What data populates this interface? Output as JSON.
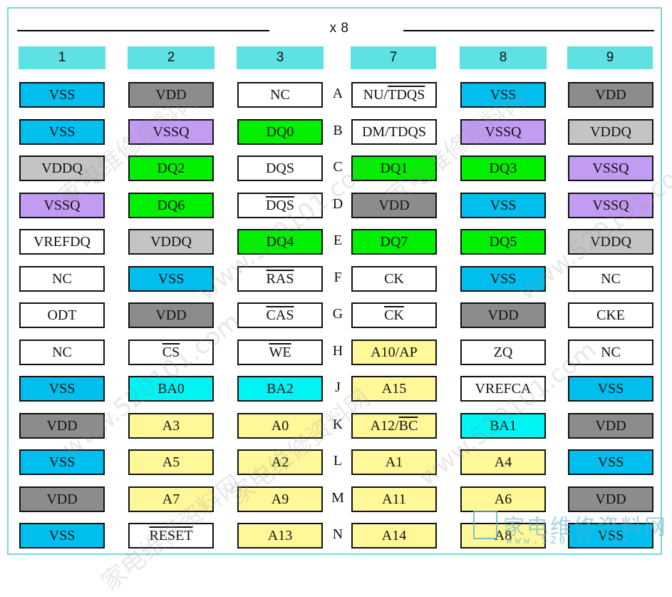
{
  "title": "x 8",
  "columns": [
    "1",
    "2",
    "3",
    "7",
    "8",
    "9"
  ],
  "row_labels": [
    "A",
    "B",
    "C",
    "D",
    "E",
    "F",
    "G",
    "H",
    "J",
    "K",
    "L",
    "M",
    "N"
  ],
  "colors": {
    "vss": "#00bfef",
    "vdd": "#8c8c8c",
    "vddq": "#c4c4c4",
    "vssq": "#c29bf2",
    "dq": "#00f000",
    "addr": "#fff899",
    "ba": "#00f4f4",
    "other": "#ffffff"
  },
  "rows": [
    [
      {
        "t": "VSS",
        "c": "vss"
      },
      {
        "t": "VDD",
        "c": "vdd"
      },
      {
        "t": "NC",
        "c": "other"
      },
      {
        "t": "NU/",
        "o": "TDQS",
        "c": "other"
      },
      {
        "t": "VSS",
        "c": "vss"
      },
      {
        "t": "VDD",
        "c": "vdd"
      }
    ],
    [
      {
        "t": "VSS",
        "c": "vss"
      },
      {
        "t": "VSSQ",
        "c": "vssq"
      },
      {
        "t": "DQ0",
        "c": "dq"
      },
      {
        "t": "DM/TDQS",
        "c": "other"
      },
      {
        "t": "VSSQ",
        "c": "vssq"
      },
      {
        "t": "VDDQ",
        "c": "vddq"
      }
    ],
    [
      {
        "t": "VDDQ",
        "c": "vddq"
      },
      {
        "t": "DQ2",
        "c": "dq"
      },
      {
        "t": "DQS",
        "c": "other"
      },
      {
        "t": "DQ1",
        "c": "dq"
      },
      {
        "t": "DQ3",
        "c": "dq"
      },
      {
        "t": "VSSQ",
        "c": "vssq"
      }
    ],
    [
      {
        "t": "VSSQ",
        "c": "vssq"
      },
      {
        "t": "DQ6",
        "c": "dq"
      },
      {
        "t": "",
        "o": "DQS",
        "c": "other"
      },
      {
        "t": "VDD",
        "c": "vdd"
      },
      {
        "t": "VSS",
        "c": "vss"
      },
      {
        "t": "VSSQ",
        "c": "vssq"
      }
    ],
    [
      {
        "t": "VREFDQ",
        "c": "other"
      },
      {
        "t": "VDDQ",
        "c": "vddq"
      },
      {
        "t": "DQ4",
        "c": "dq"
      },
      {
        "t": "DQ7",
        "c": "dq"
      },
      {
        "t": "DQ5",
        "c": "dq"
      },
      {
        "t": "VDDQ",
        "c": "vddq"
      }
    ],
    [
      {
        "t": "NC",
        "c": "other"
      },
      {
        "t": "VSS",
        "c": "vss"
      },
      {
        "t": "",
        "o": "RAS",
        "c": "other"
      },
      {
        "t": "CK",
        "c": "other"
      },
      {
        "t": "VSS",
        "c": "vss"
      },
      {
        "t": "NC",
        "c": "other"
      }
    ],
    [
      {
        "t": "ODT",
        "c": "other"
      },
      {
        "t": "VDD",
        "c": "vdd"
      },
      {
        "t": "",
        "o": "CAS",
        "c": "other"
      },
      {
        "t": "",
        "o": "CK",
        "c": "other"
      },
      {
        "t": "VDD",
        "c": "vdd"
      },
      {
        "t": "CKE",
        "c": "other"
      }
    ],
    [
      {
        "t": "NC",
        "c": "other"
      },
      {
        "t": "",
        "o": "CS",
        "c": "other"
      },
      {
        "t": "",
        "o": "WE",
        "c": "other"
      },
      {
        "t": "A10/AP",
        "c": "addr"
      },
      {
        "t": "ZQ",
        "c": "other"
      },
      {
        "t": "NC",
        "c": "other"
      }
    ],
    [
      {
        "t": "VSS",
        "c": "vss"
      },
      {
        "t": "BA0",
        "c": "ba"
      },
      {
        "t": "BA2",
        "c": "ba"
      },
      {
        "t": "A15",
        "c": "addr"
      },
      {
        "t": "VREFCA",
        "c": "other"
      },
      {
        "t": "VSS",
        "c": "vss"
      }
    ],
    [
      {
        "t": "VDD",
        "c": "vdd"
      },
      {
        "t": "A3",
        "c": "addr"
      },
      {
        "t": "A0",
        "c": "addr"
      },
      {
        "t": "A12/",
        "o": "BC",
        "c": "addr"
      },
      {
        "t": "BA1",
        "c": "ba"
      },
      {
        "t": "VDD",
        "c": "vdd"
      }
    ],
    [
      {
        "t": "VSS",
        "c": "vss"
      },
      {
        "t": "A5",
        "c": "addr"
      },
      {
        "t": "A2",
        "c": "addr"
      },
      {
        "t": "A1",
        "c": "addr"
      },
      {
        "t": "A4",
        "c": "addr"
      },
      {
        "t": "VSS",
        "c": "vss"
      }
    ],
    [
      {
        "t": "VDD",
        "c": "vdd"
      },
      {
        "t": "A7",
        "c": "addr"
      },
      {
        "t": "A9",
        "c": "addr"
      },
      {
        "t": "A11",
        "c": "addr"
      },
      {
        "t": "A6",
        "c": "addr"
      },
      {
        "t": "VDD",
        "c": "vdd"
      }
    ],
    [
      {
        "t": "VSS",
        "c": "vss"
      },
      {
        "t": "",
        "o": "RESET",
        "c": "other"
      },
      {
        "t": "A13",
        "c": "addr"
      },
      {
        "t": "A14",
        "c": "addr"
      },
      {
        "t": "A8",
        "c": "addr"
      },
      {
        "t": "VSS",
        "c": "vss"
      }
    ]
  ],
  "watermark": {
    "cn": "家电维修资料网",
    "url": "www.520101.com",
    "logo_text": "家电维修资料网",
    "logo_url": "www.520101.com"
  }
}
